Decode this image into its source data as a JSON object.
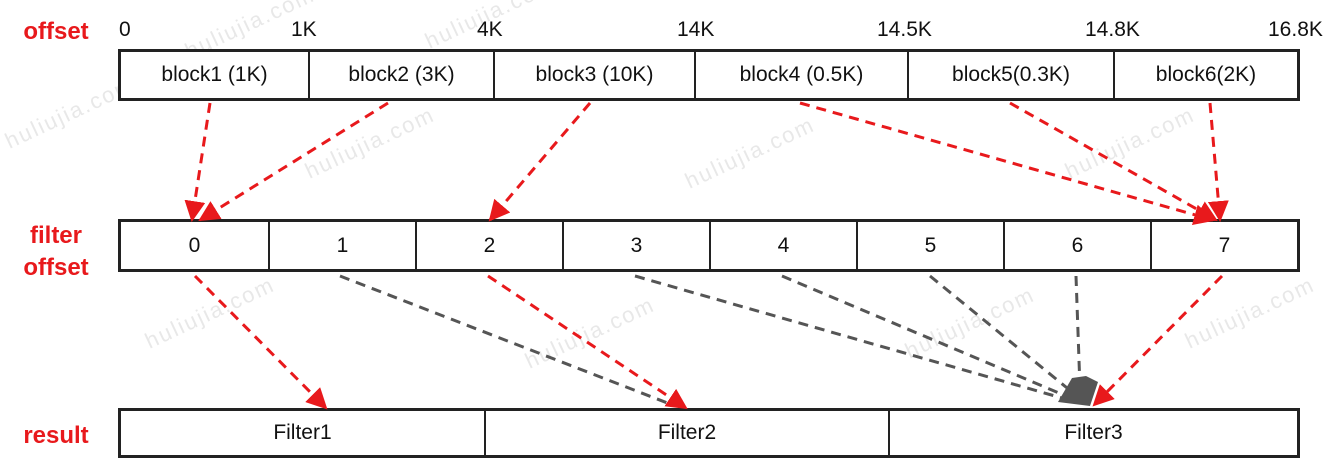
{
  "labels": {
    "offset": "offset",
    "filter_offset_line1": "filter",
    "filter_offset_line2": "offset",
    "result": "result"
  },
  "offset_ticks": [
    "0",
    "1K",
    "4K",
    "14K",
    "14.5K",
    "14.8K",
    "16.8K"
  ],
  "blocks": [
    "block1 (1K)",
    "block2 (3K)",
    "block3 (10K)",
    "block4 (0.5K)",
    "block5(0.3K)",
    "block6(2K)"
  ],
  "filter_offsets": [
    "0",
    "1",
    "2",
    "3",
    "4",
    "5",
    "6",
    "7"
  ],
  "results": [
    "Filter1",
    "Filter2",
    "Filter3"
  ],
  "watermark": "huliujia.com",
  "colors": {
    "label_red": "#e8191c",
    "arrow_red": "#e8191c",
    "arrow_gray": "#555555",
    "border": "#222222"
  }
}
